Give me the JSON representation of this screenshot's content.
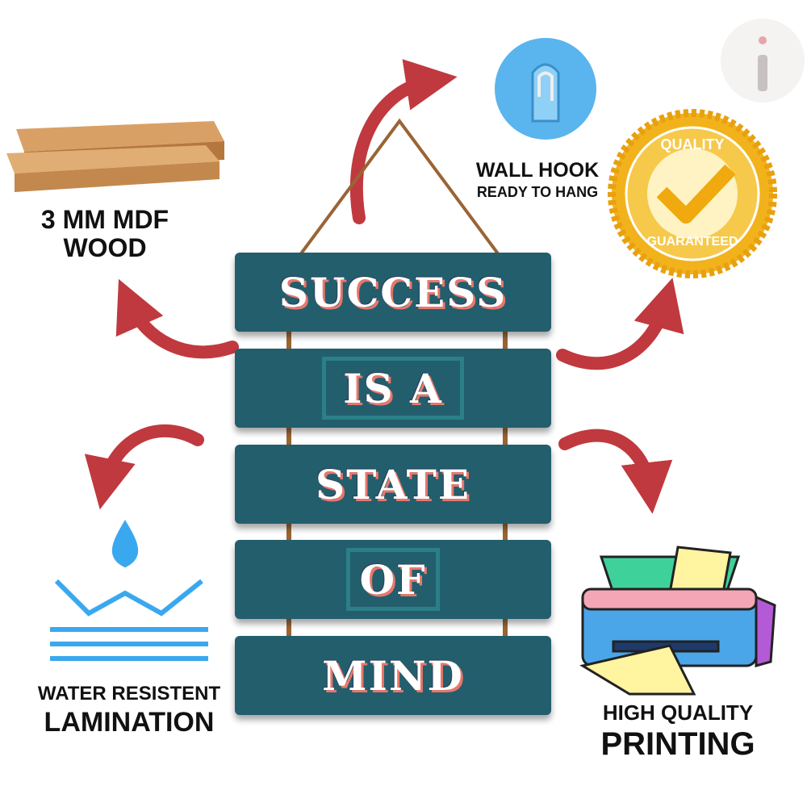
{
  "features": {
    "wood": {
      "line1": "3 MM MDF",
      "line2": "WOOD"
    },
    "hook": {
      "line1": "WALL HOOK",
      "line2": "READY TO HANG"
    },
    "quality_badge": {
      "top": "QUALITY",
      "bottom": "GUARANTEED"
    },
    "water": {
      "line1": "WATER RESISTENT",
      "line2": "LAMINATION"
    },
    "printing": {
      "line1": "HIGH QUALITY",
      "line2": "PRINTING"
    }
  },
  "sign": {
    "planks": [
      "SUCCESS",
      "IS A",
      "STATE",
      "OF",
      "MIND"
    ]
  },
  "colors": {
    "plank": "#235e6d",
    "arrow": "#c0393f",
    "accent": "#e8776b"
  }
}
